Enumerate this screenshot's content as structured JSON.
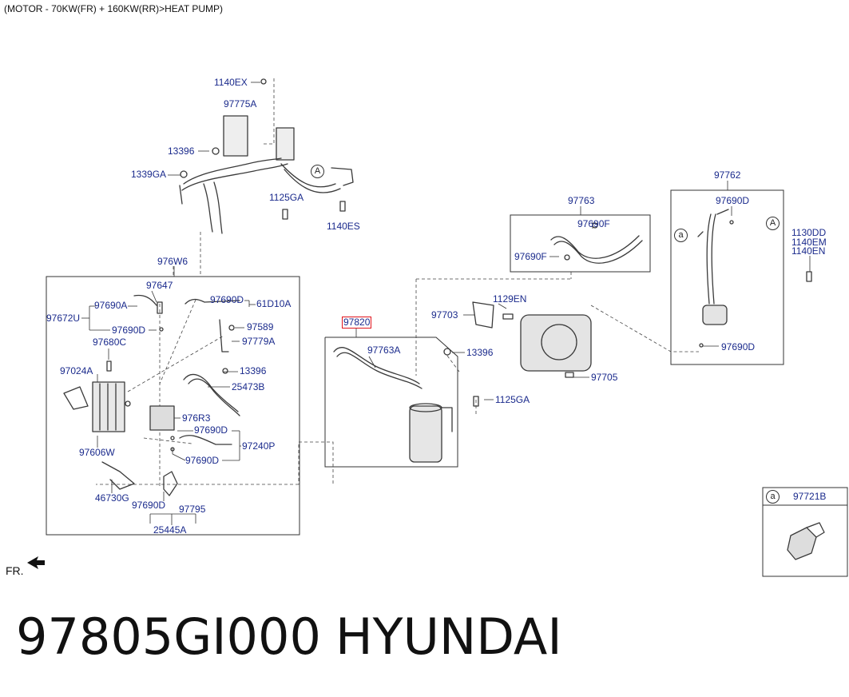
{
  "header": "(MOTOR - 70KW(FR) + 160KW(RR)>HEAT PUMP)",
  "footer": {
    "part_number": "97805GI000",
    "brand": "HYUNDAI"
  },
  "fr_label": "FR.",
  "markers": {
    "a": "a",
    "A": "A"
  },
  "labels": {
    "l1140EX": "1140EX",
    "l97775A": "97775A",
    "l13396_top": "13396",
    "l1339GA": "1339GA",
    "l1125GA_top": "1125GA",
    "l1140ES": "1140ES",
    "l976W6": "976W6",
    "l97647": "97647",
    "l97690A": "97690A",
    "l97690D_a": "97690D",
    "l61D10A": "61D10A",
    "l97672U": "97672U",
    "l97690D_b": "97690D",
    "l97589": "97589",
    "l97680C": "97680C",
    "l97779A": "97779A",
    "l97024A": "97024A",
    "l13396_mid": "13396",
    "l25473B": "25473B",
    "l976R3": "976R3",
    "l97690D_c": "97690D",
    "l97240P": "97240P",
    "l97606W": "97606W",
    "l97690D_d": "97690D",
    "l46730G": "46730G",
    "l97690D_e": "97690D",
    "l97795": "97795",
    "l25445A": "25445A",
    "l97820": "97820",
    "l97763A": "97763A",
    "l13396_r": "13396",
    "l1125GA_r": "1125GA",
    "l97763": "97763",
    "l97690F_a": "97690F",
    "l97690F_b": "97690F",
    "l97703": "97703",
    "l1129EN": "1129EN",
    "l97705": "97705",
    "l97762": "97762",
    "l97690D_f": "97690D",
    "l1130DD": "1130DD",
    "l1140EM": "1140EM",
    "l1140EN": "1140EN",
    "l97690D_g": "97690D",
    "l97721B": "97721B"
  }
}
